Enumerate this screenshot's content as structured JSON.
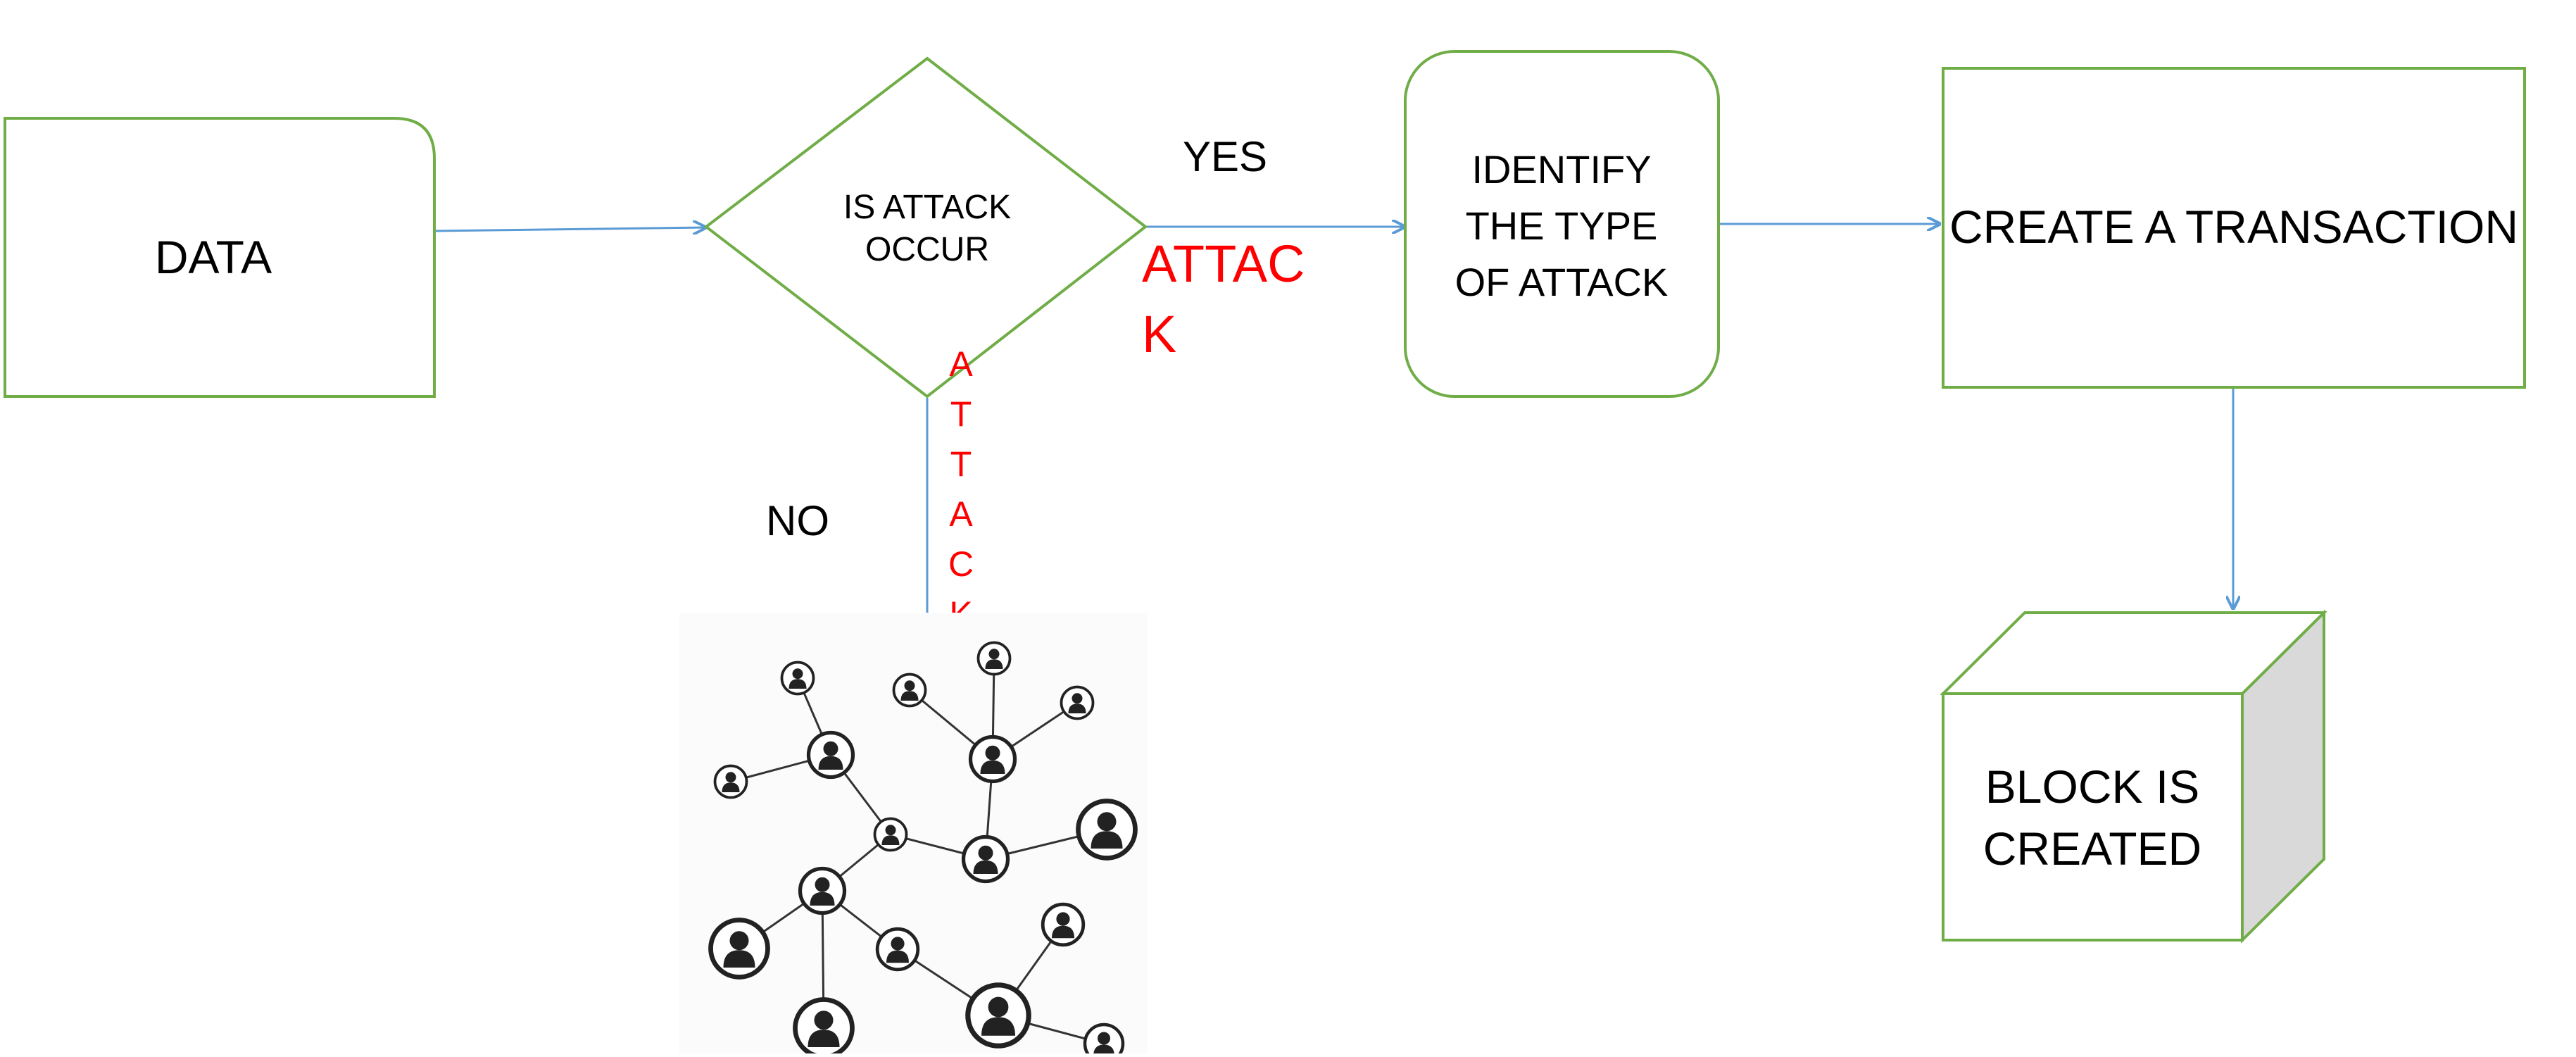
{
  "colors": {
    "shape_stroke": "#70ad47",
    "connector": "#5b9bd5",
    "attack_text": "#ff0000",
    "label_text": "#000000",
    "cube_side": "#d9d9d9",
    "node_dark": "#222222"
  },
  "nodes": {
    "data_box": {
      "label": "DATA"
    },
    "decision": {
      "line1": "IS ATTACK",
      "line2": "OCCUR"
    },
    "identify": {
      "line1": "IDENTIFY",
      "line2": "THE TYPE",
      "line3": "OF ATTACK"
    },
    "transaction": {
      "label": "CREATE A TRANSACTION"
    },
    "block": {
      "line1": "BLOCK IS",
      "line2": "CREATED"
    }
  },
  "labels": {
    "yes": "YES",
    "no": "NO",
    "attack_horizontal": {
      "line1": "ATTAC",
      "line2": "K"
    },
    "attack_vertical": [
      "A",
      "T",
      "T",
      "A",
      "C",
      "K"
    ]
  },
  "network": {
    "icon": "user-network-icon"
  }
}
